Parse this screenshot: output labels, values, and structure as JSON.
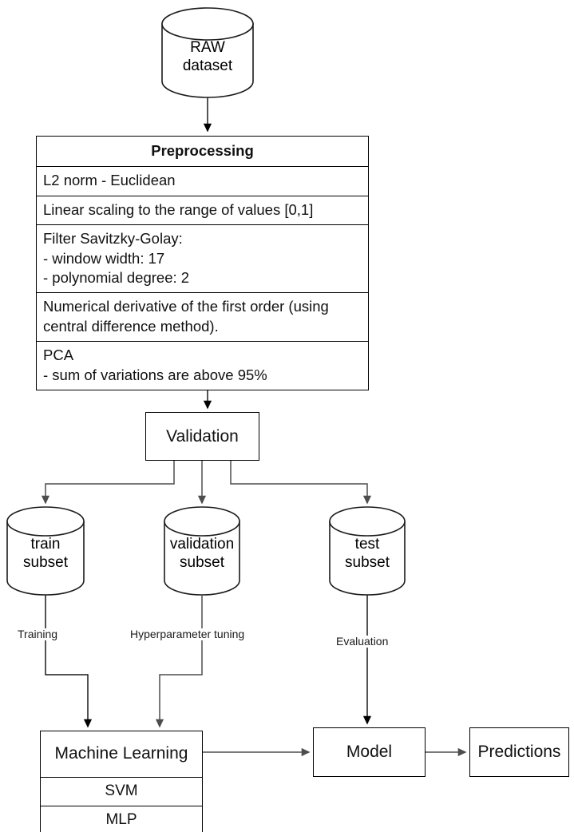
{
  "diagram": {
    "title": "Machine learning pipeline flowchart",
    "colors": {
      "stroke": "#000000",
      "edge_stroke": "#4d4d4d",
      "background": "#ffffff",
      "text": "#000000"
    },
    "nodes": {
      "raw_dataset": {
        "label": "RAW\ndataset",
        "shape": "cylinder"
      },
      "validation": {
        "label": "Validation",
        "shape": "rectangle"
      },
      "train_subset": {
        "label": "train\nsubset",
        "shape": "cylinder"
      },
      "validation_subset": {
        "label": "validation\nsubset",
        "shape": "cylinder"
      },
      "test_subset": {
        "label": "test\nsubset",
        "shape": "cylinder"
      },
      "model": {
        "label": "Model",
        "shape": "rectangle"
      },
      "predictions": {
        "label": "Predictions",
        "shape": "rectangle"
      }
    },
    "preprocessing": {
      "header": "Preprocessing",
      "rows": [
        "L2 norm - Euclidean",
        "Linear scaling to the range of values [0,1]",
        "Filter Savitzky-Golay:\n - window width: 17\n - polynomial degree: 2",
        "Numerical derivative of the first order (using central difference method).",
        "PCA\n -  sum of variations are above 95%"
      ]
    },
    "machine_learning": {
      "title": "Machine Learning",
      "algorithms": [
        "SVM",
        "MLP"
      ]
    },
    "edge_labels": {
      "training": "Training",
      "hyperparameter_tuning": "Hyperparameter tuning",
      "evaluation": "Evaluation"
    }
  }
}
